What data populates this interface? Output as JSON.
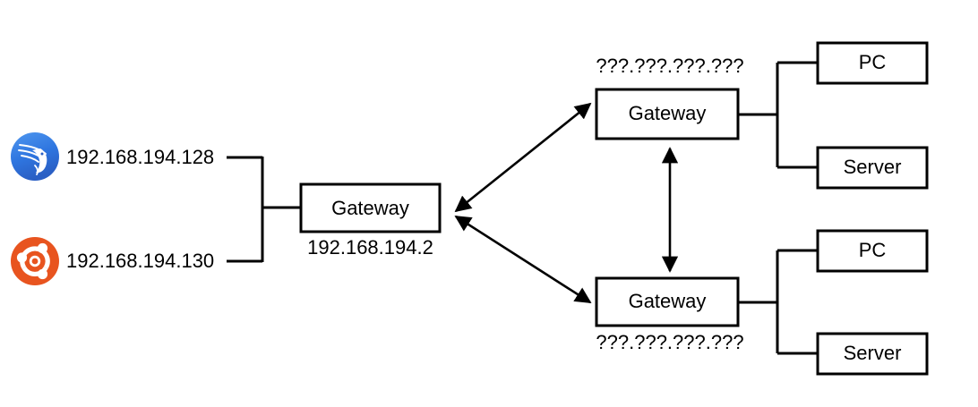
{
  "diagram": {
    "type": "network-topology",
    "background": "#ffffff",
    "line_color": "#000000",
    "hosts": [
      {
        "id": "kali-host",
        "os": "kali-linux",
        "icon": "kali-linux-icon",
        "icon_color": "#3b82ea",
        "ip": "192.168.194.128"
      },
      {
        "id": "ubuntu-host",
        "os": "ubuntu",
        "icon": "ubuntu-icon",
        "icon_color": "#e8541f",
        "ip": "192.168.194.130"
      }
    ],
    "gateways": [
      {
        "id": "gateway-main",
        "label": "Gateway",
        "ip": "192.168.194.2",
        "ip_position": "below"
      },
      {
        "id": "gateway-upper-remote",
        "label": "Gateway",
        "ip": "???.???.???.???",
        "ip_position": "above"
      },
      {
        "id": "gateway-lower-remote",
        "label": "Gateway",
        "ip": "???.???.???.???",
        "ip_position": "below"
      }
    ],
    "endpoints": [
      {
        "id": "pc-upper",
        "label": "PC"
      },
      {
        "id": "server-upper",
        "label": "Server"
      },
      {
        "id": "pc-lower",
        "label": "PC"
      },
      {
        "id": "server-lower",
        "label": "Server"
      }
    ]
  }
}
